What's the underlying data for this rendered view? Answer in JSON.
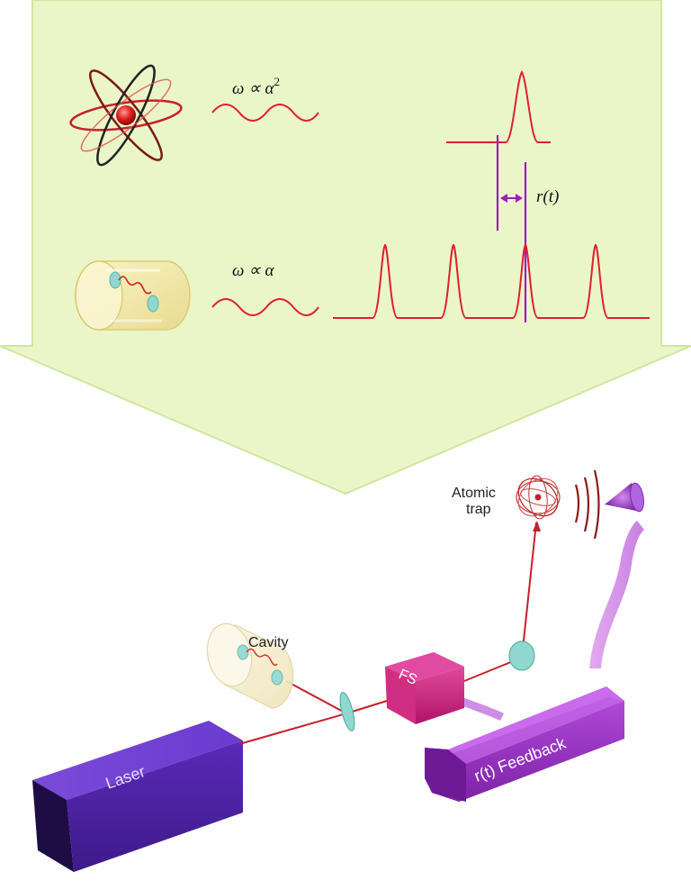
{
  "top_panel": {
    "formula_atom_main": "ω ∝ α",
    "formula_atom_exp": "2",
    "formula_cavity": "ω ∝ α",
    "offset_label": "r(t)"
  },
  "setup": {
    "atomic_trap_line1": "Atomic",
    "atomic_trap_line2": "trap",
    "cavity_label": "Cavity",
    "fs_label": "FS",
    "laser_label": "Laser",
    "feedback_label": "r(t) Feedback"
  },
  "colors": {
    "panel_fill": "#eaf6c8",
    "panel_stroke": "#d2e69e",
    "signal_red": "#e0202c",
    "offset_purple": "#9a1fbf",
    "laser_box": "#5d2bbd",
    "fs_box": "#c4186f",
    "feedback_box": "#9a30c4",
    "cavity_yellow": "#f4e9a0",
    "optic_teal": "#8fd7cf"
  }
}
